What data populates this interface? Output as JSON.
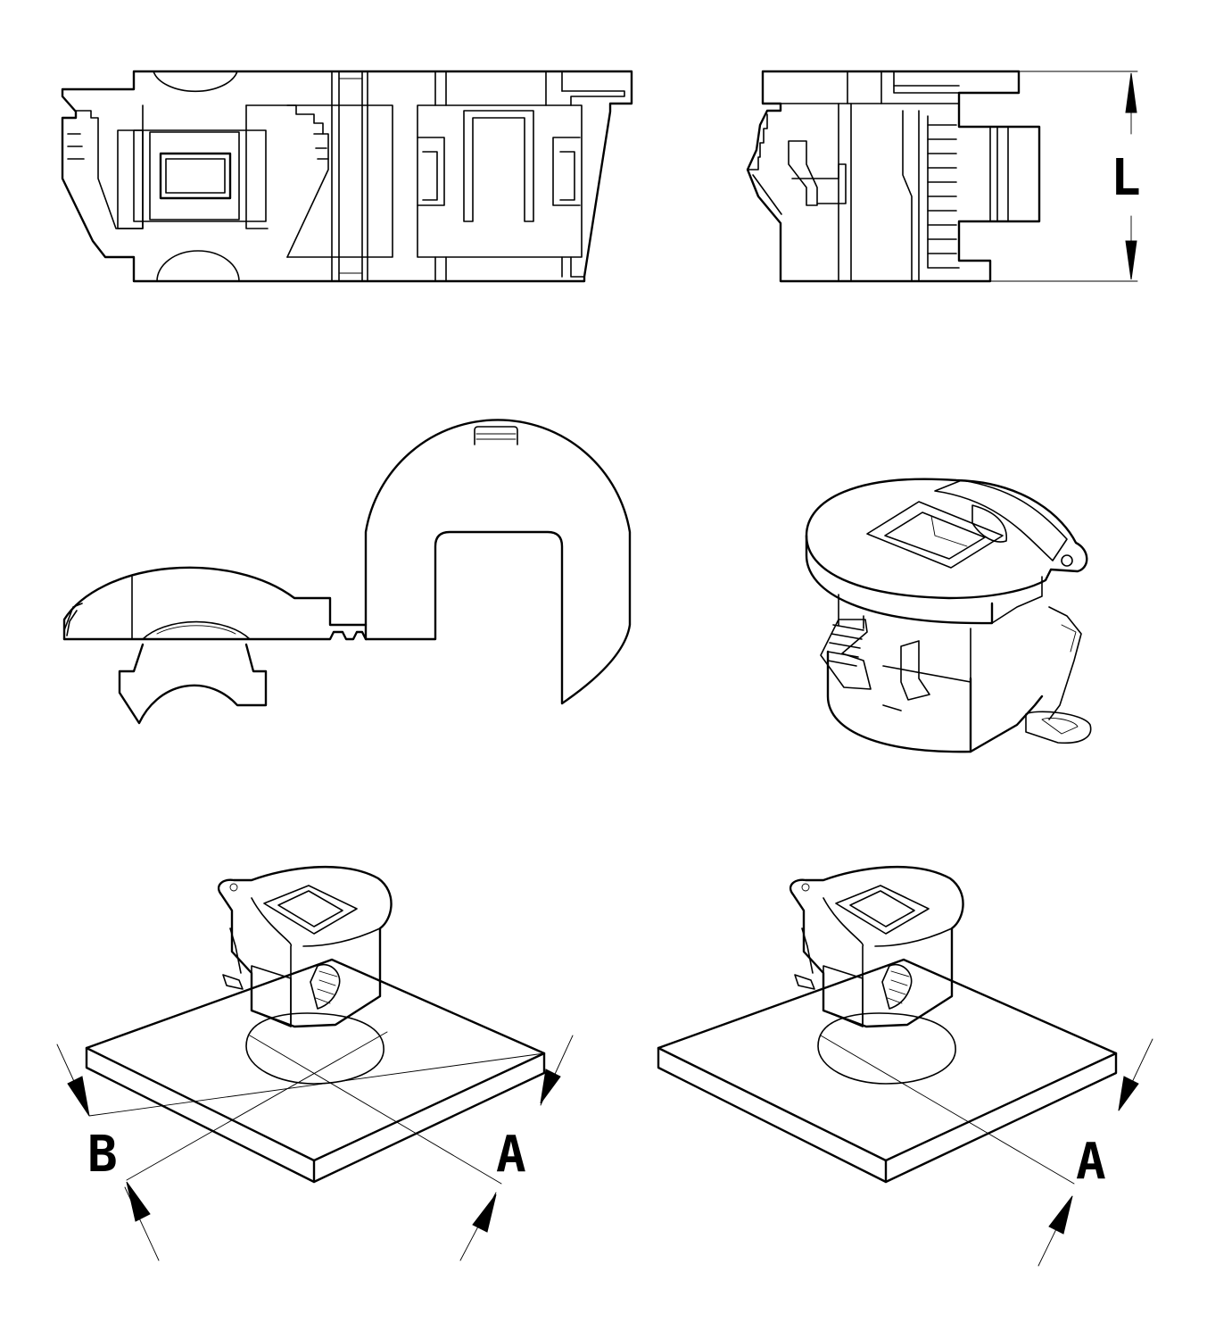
{
  "dimension_labels": {
    "height": "L",
    "width_b": "B",
    "width_a_left": "A",
    "width_a_right": "A"
  },
  "colors": {
    "line": "#000000",
    "background": "#ffffff"
  }
}
